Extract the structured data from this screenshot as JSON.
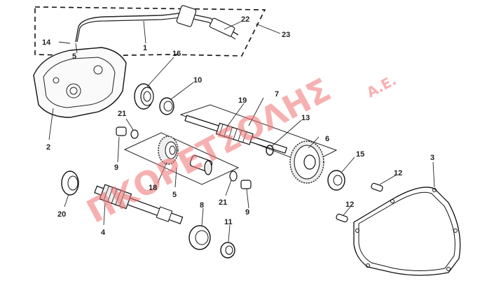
{
  "watermark": {
    "main": "ΠΚΟΡΕΤΣΟΛΗΣ",
    "suffix": "Α.Ε.",
    "color": "#f07070"
  },
  "callouts": {
    "n1": "1",
    "n2": "2",
    "n3": "3",
    "n4": "4",
    "n5": "5",
    "n5b": "5",
    "n6": "6",
    "n7": "7",
    "n8": "8",
    "n9a": "9",
    "n9b": "9",
    "n10": "10",
    "n11": "11",
    "n12a": "12",
    "n12b": "12",
    "n13": "13",
    "n14": "14",
    "n15": "15",
    "n16": "16",
    "n18": "18",
    "n19": "19",
    "n20": "20",
    "n21a": "21",
    "n21b": "21",
    "n22": "22",
    "n23": "23"
  }
}
